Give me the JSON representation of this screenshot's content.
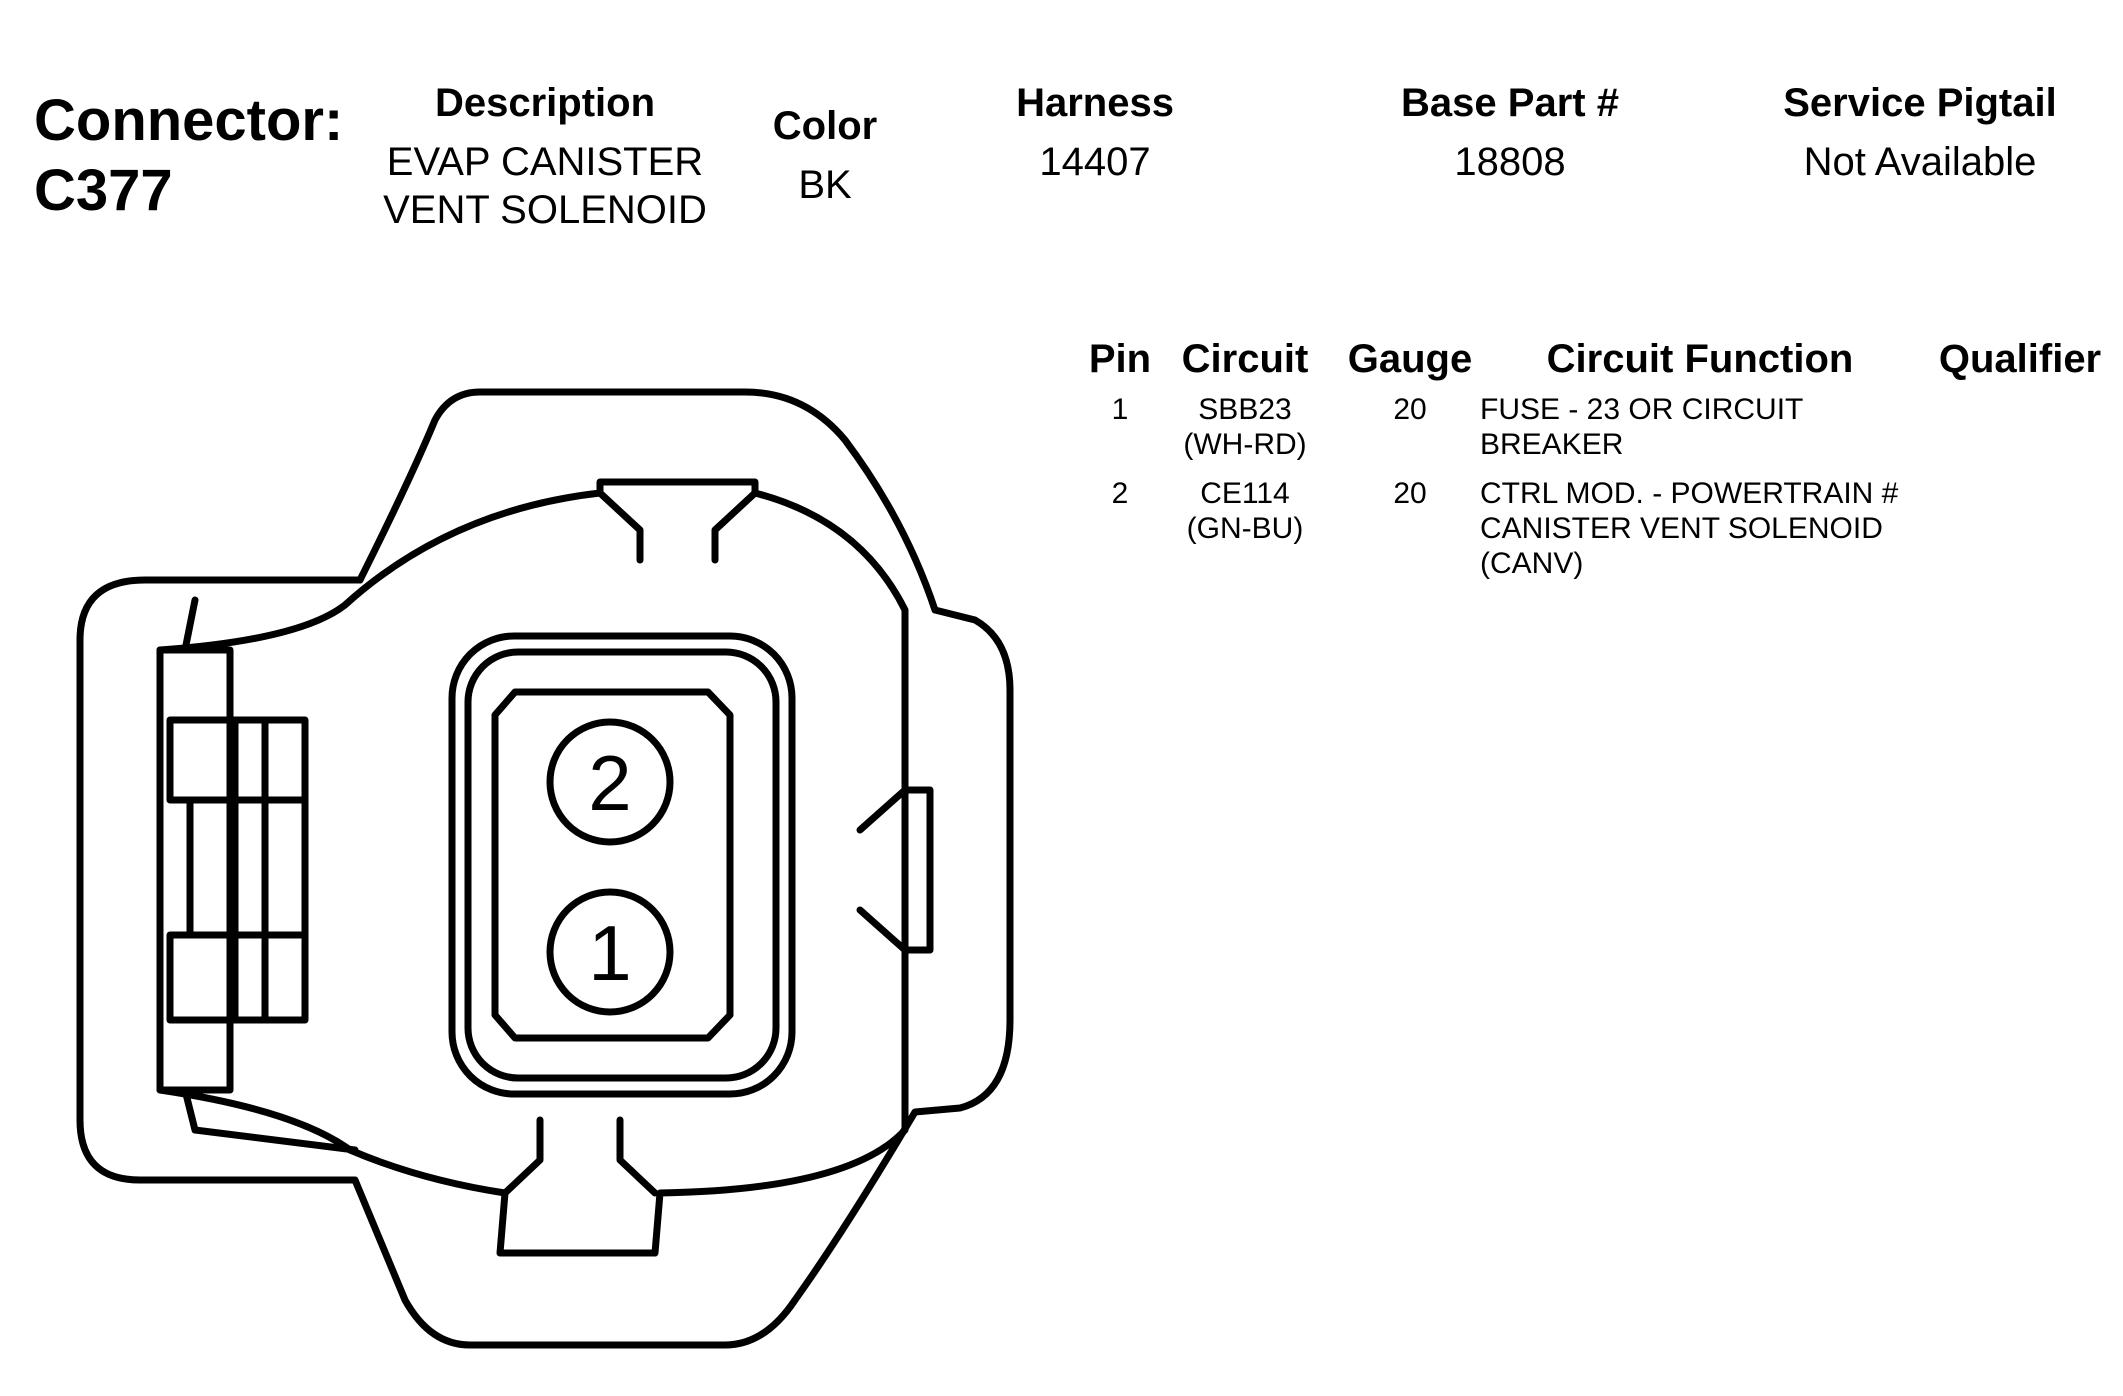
{
  "connector": {
    "label": "Connector:",
    "id": "C377"
  },
  "header": {
    "description": {
      "heading": "Description",
      "value": "EVAP CANISTER VENT SOLENOID"
    },
    "color": {
      "heading": "Color",
      "value": "BK"
    },
    "harness": {
      "heading": "Harness",
      "value": "14407"
    },
    "base_part": {
      "heading": "Base Part #",
      "value": "18808"
    },
    "service_pigtail": {
      "heading": "Service Pigtail",
      "value": "Not Available"
    }
  },
  "pin_table": {
    "columns": {
      "pin": "Pin",
      "circuit": "Circuit",
      "gauge": "Gauge",
      "function": "Circuit Function",
      "qualifier": "Qualifier"
    },
    "rows": [
      {
        "pin": "1",
        "circuit": "SBB23",
        "wire_color": "(WH-RD)",
        "gauge": "20",
        "function": "FUSE - 23 OR CIRCUIT BREAKER",
        "qualifier": ""
      },
      {
        "pin": "2",
        "circuit": "CE114",
        "wire_color": "(GN-BU)",
        "gauge": "20",
        "function": "CTRL MOD. - POWERTRAIN # CANISTER VENT SOLENOID (CANV)",
        "qualifier": ""
      }
    ]
  },
  "diagram": {
    "pin_labels": [
      "2",
      "1"
    ]
  }
}
